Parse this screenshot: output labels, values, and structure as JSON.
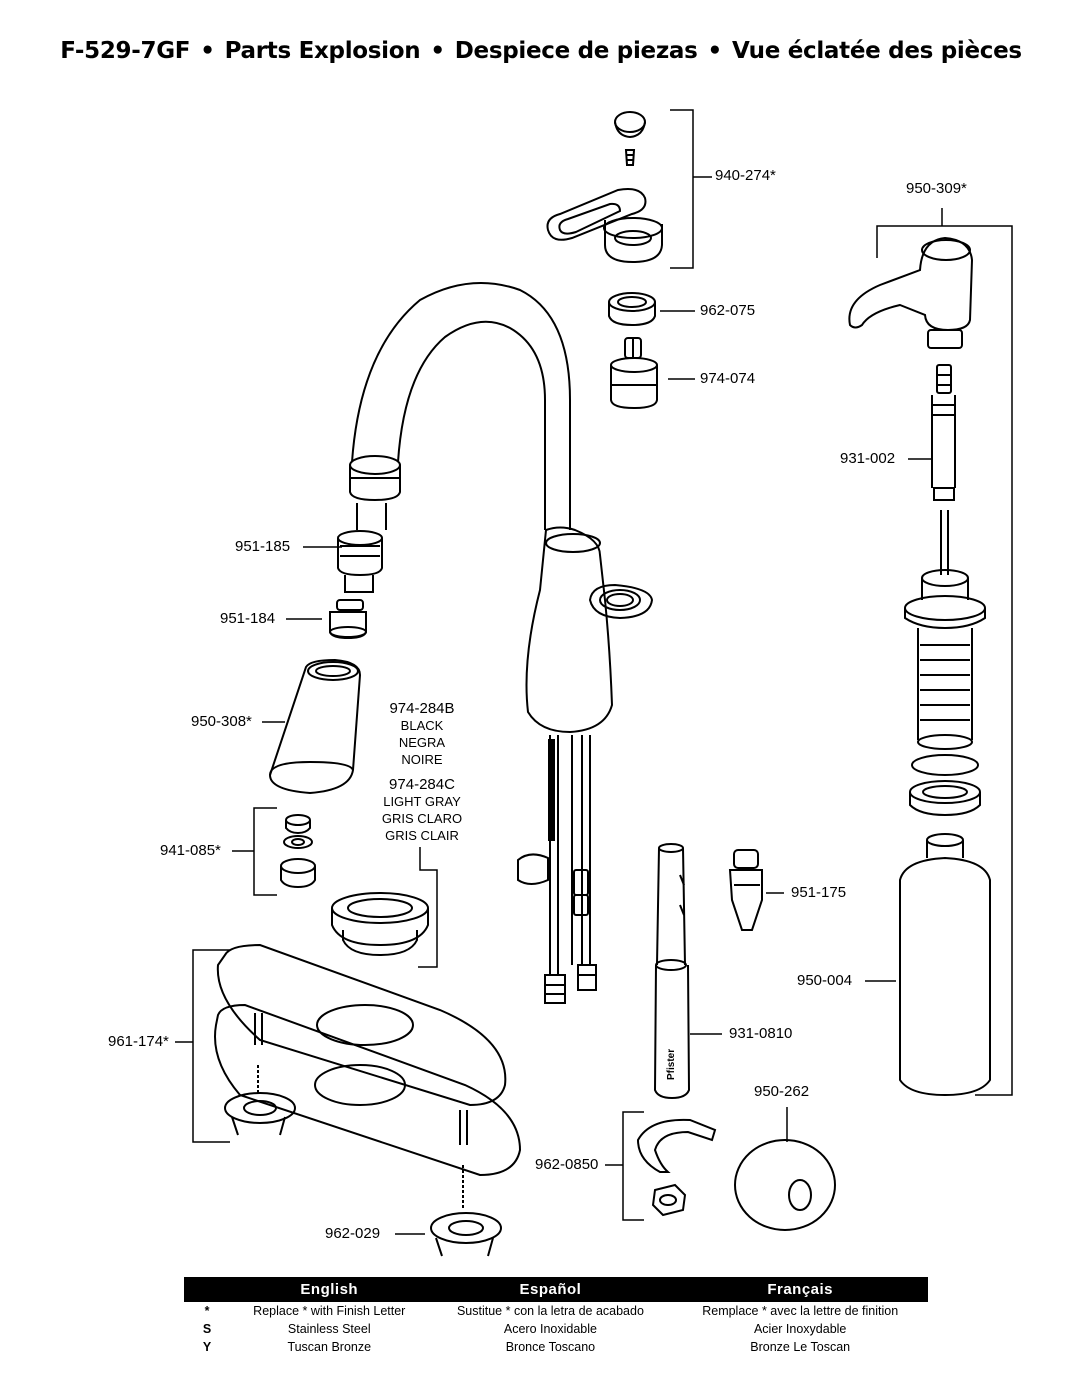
{
  "header": {
    "model": "F-529-7GF",
    "separator": "•",
    "title_en": "Parts Explosion",
    "title_es": "Despiece de piezas",
    "title_fr": "Vue éclatée des pièces"
  },
  "parts": {
    "p940_274": "940-274*",
    "p950_309": "950-309*",
    "p962_075": "962-075",
    "p974_074": "974-074",
    "p931_002": "931-002",
    "p951_185": "951-185",
    "p951_184": "951-184",
    "p950_308": "950-308*",
    "p941_085": "941-085*",
    "p951_175": "951-175",
    "p950_004": "950-004",
    "p961_174": "961-174*",
    "p931_0810": "931-0810",
    "p950_262": "950-262",
    "p962_0850": "962-0850",
    "p962_029": "962-029"
  },
  "color_notes": {
    "black_code": "974-284B",
    "black_en": "BLACK",
    "black_es": "NEGRA",
    "black_fr": "NOIRE",
    "gray_code": "974-284C",
    "gray_en": "LIGHT GRAY",
    "gray_es": "GRIS CLARO",
    "gray_fr": "GRIS CLAIR"
  },
  "legend": {
    "headers": [
      "",
      "English",
      "Español",
      "Français"
    ],
    "rows": [
      [
        "*",
        "Replace * with Finish Letter",
        "Sustitue * con la letra de acabado",
        "Remplace * avec la lettre de finition"
      ],
      [
        "S",
        "Stainless Steel",
        "Acero Inoxidable",
        "Acier Inoxydable"
      ],
      [
        "Y",
        "Tuscan Bronze",
        "Bronce Toscano",
        "Bronze Le Toscan"
      ]
    ]
  }
}
